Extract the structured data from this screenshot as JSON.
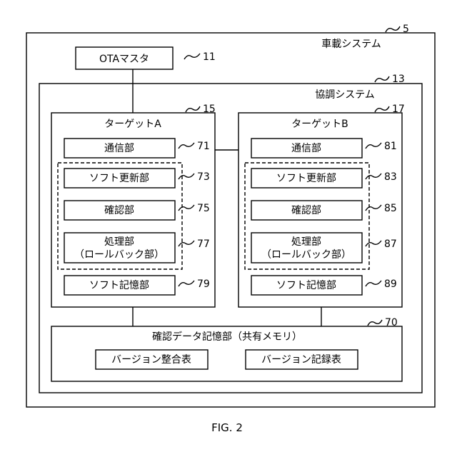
{
  "figure": {
    "caption": "FIG. 2"
  },
  "system": {
    "label": "車載システム",
    "ref": "5"
  },
  "ota_master": {
    "label": "OTAマスタ",
    "ref": "11"
  },
  "coop_system": {
    "label": "協調システム",
    "ref": "13"
  },
  "target_a": {
    "title": "ターゲットA",
    "ref": "15",
    "comm": {
      "label": "通信部",
      "ref": "71"
    },
    "update": {
      "label": "ソフト更新部",
      "ref": "73"
    },
    "confirm": {
      "label": "確認部",
      "ref": "75"
    },
    "process": {
      "line1": "処理部",
      "line2": "（ロールバック部）",
      "ref": "77"
    },
    "storage": {
      "label": "ソフト記憶部",
      "ref": "79"
    }
  },
  "target_b": {
    "title": "ターゲットB",
    "ref": "17",
    "comm": {
      "label": "通信部",
      "ref": "81"
    },
    "update": {
      "label": "ソフト更新部",
      "ref": "83"
    },
    "confirm": {
      "label": "確認部",
      "ref": "85"
    },
    "process": {
      "line1": "処理部",
      "line2": "（ロールバック部）",
      "ref": "87"
    },
    "storage": {
      "label": "ソフト記憶部",
      "ref": "89"
    }
  },
  "shared_memory": {
    "label": "確認データ記憶部（共有メモリ）",
    "ref": "70",
    "table1": "バージョン整合表",
    "table2": "バージョン記録表"
  }
}
